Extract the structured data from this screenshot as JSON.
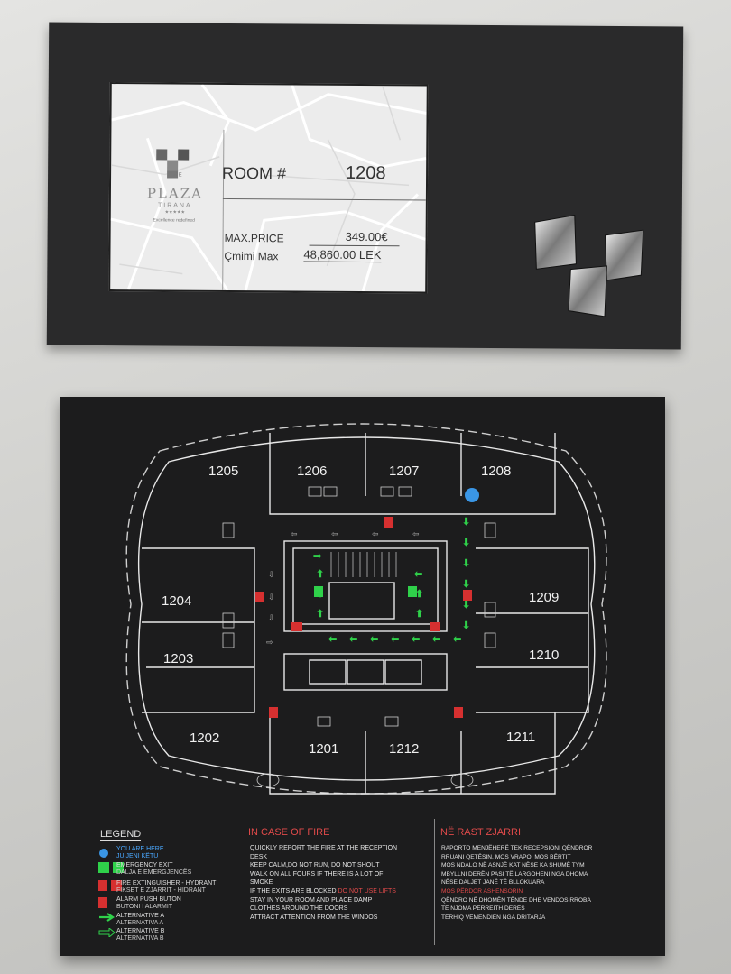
{
  "room_card": {
    "logo_the": "THE",
    "logo_name": "PLAZA",
    "logo_city": "TIRANA",
    "logo_stars": "★★★★★",
    "logo_tagline": "Excellence redefined",
    "room_label": "ROOM #",
    "room_number": "1208",
    "max_price_label": "MAX.PRICE",
    "max_price_value": "349.00€",
    "cmimi_label": "Çmimi Max",
    "cmimi_value": "48,860.00 LEK"
  },
  "floor_plan": {
    "rooms": [
      "1205",
      "1206",
      "1207",
      "1208",
      "1204",
      "1209",
      "1203",
      "1210",
      "1202",
      "1201",
      "1212",
      "1211"
    ],
    "you_are_here_room": "1208",
    "colors": {
      "you_are_here": "#3a96e6",
      "emergency_arrow": "#2fd14a",
      "fire_equipment": "#d63030",
      "plan_line": "#e8e8e8"
    }
  },
  "legend": {
    "title": "LEGEND",
    "items": [
      {
        "icon": "blue-dot-icon",
        "en": "YOU ARE HERE",
        "sq": "JU JENI KËTU"
      },
      {
        "icon": "emergency-exit-icon",
        "en": "EMERGENCY EXIT",
        "sq": "DALJA E EMERGJENCËS"
      },
      {
        "icon": "fire-extinguisher-icon",
        "en": "FIRE EXTINGUISHER - HYDRANT",
        "sq": "FIKSET E ZJARRIT - HIDRANT"
      },
      {
        "icon": "alarm-button-icon",
        "en": "ALARM PUSH BUTON",
        "sq": "BUTONI I ALARMIT"
      },
      {
        "icon": "arrow-a-icon",
        "en": "ALTERNATIVE A",
        "sq": "ALTERNATIVA A"
      },
      {
        "icon": "arrow-b-icon",
        "en": "ALTERNATIVE B",
        "sq": "ALTERNATIVA B"
      }
    ]
  },
  "in_case_of_fire": {
    "title": "IN CASE OF FIRE",
    "items": [
      {
        "text": "QUICKLY REPORT THE FIRE AT THE RECEPTION"
      },
      {
        "text": "DESK"
      },
      {
        "text": "KEEP CALM,DO NOT RUN, DO NOT SHOUT"
      },
      {
        "text": "WALK ON ALL FOURS IF THERE IS A LOT OF"
      },
      {
        "text": "SMOKE"
      },
      {
        "text": "IF THE EXITS ARE BLOCKED",
        "red": "DO NOT USE LIFTS"
      },
      {
        "text": "STAY IN YOUR ROOM AND PLACE DAMP"
      },
      {
        "text": "CLOTHES AROUND THE DOORS"
      },
      {
        "text": "ATTRACT ATTENTION FROM THE WINDOS"
      }
    ]
  },
  "ne_rast_zjarri": {
    "title": "NË RAST ZJARRI",
    "items": [
      {
        "text": "RAPORTO MENJËHERË TEK RECEPSIONI QËNDROR"
      },
      {
        "text": "RRUANI QETËSIN, MOS VRAPO, MOS BËRTIT"
      },
      {
        "text": "MOS NDALO NË ASNJË  KAT NËSE KA SHUMË TYM"
      },
      {
        "text": "MBYLLNI DERËN  PASI TË LARGOHENI NGA DHOMA"
      },
      {
        "text": "NËSE DALJET JANË TË BLLOKUARA"
      },
      {
        "text": "MOS PËRDOR ASHENSORIN",
        "red": true
      },
      {
        "text": "QËNDRO NË DHOMËN TËNDE DHE VENDOS RROBA"
      },
      {
        "text": "TË NJOMA PËRREITH DERËS"
      },
      {
        "text": "TËRHIQ VËMENDIEN NGA DRITARJA"
      }
    ]
  }
}
